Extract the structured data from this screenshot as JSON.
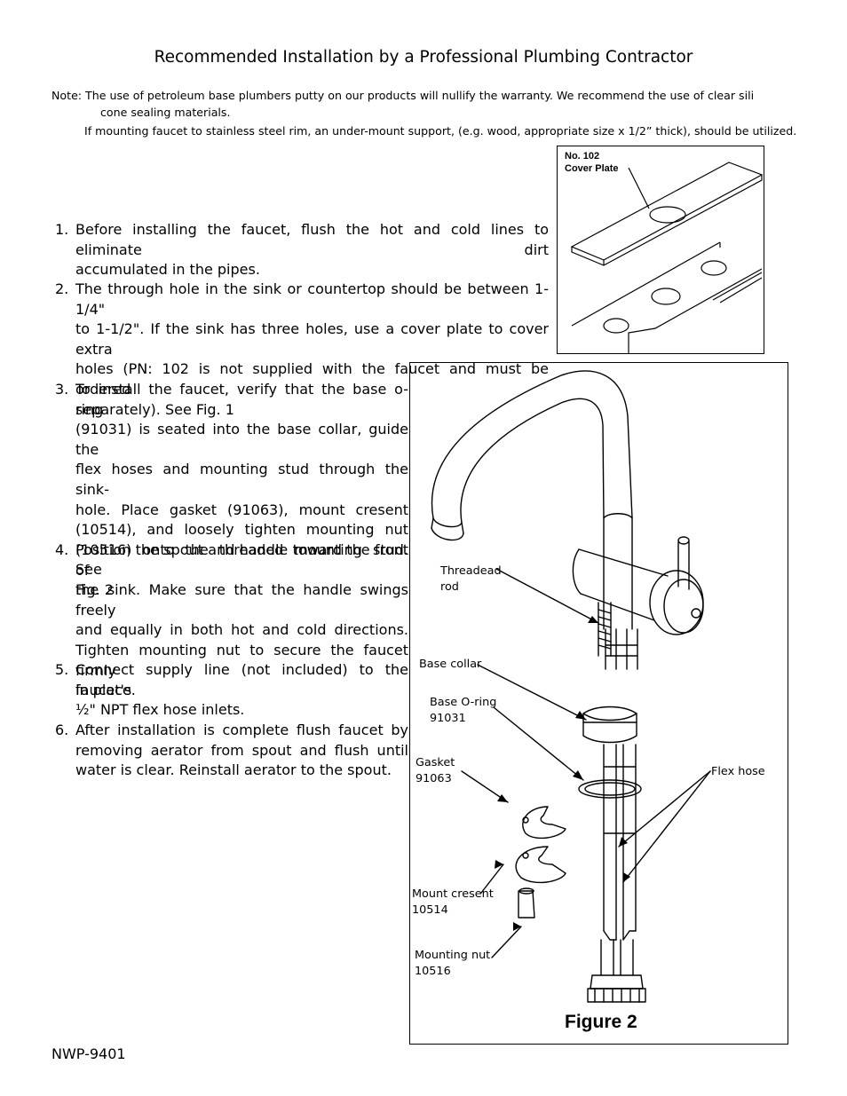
{
  "title": "Recommended Installation by a Professional Plumbing Contractor",
  "note": {
    "line1": "Note:  The use of petroleum base plumbers putty on our products will nullify the  warranty.  We recommend the use of clear sili",
    "line2": "cone sealing materials.",
    "line3": "If mounting faucet to stainless steel rim, an under-mount support, (e.g. wood, appropriate size x 1/2” thick), should be utilized."
  },
  "steps": [
    {
      "num": "1.",
      "lines": [
        "Before installing the faucet, flush the hot and cold lines to eliminate dirt",
        "accumulated in the pipes."
      ]
    },
    {
      "num": "2.",
      "lines": [
        "The through hole in the sink or countertop should be between 1-1/4\"",
        "to 1-1/2\".  If the sink has three holes, use a cover plate to cover extra",
        "holes (PN: 102 is not supplied with the faucet and must be ordered",
        "separately).  See Fig. 1"
      ]
    },
    {
      "num": "3.",
      "lines": [
        "To install the faucet, verify that the base o-ring",
        "(91031) is seated into the base collar, guide the",
        "flex hoses and mounting stud through the sink-",
        "hole.  Place gasket (91063), mount cresent",
        "(10514), and loosely tighten mounting nut",
        "(10516) onto the threaded mounting stud.  See",
        "Fig. 2"
      ]
    },
    {
      "num": "4.",
      "lines": [
        "Position the spout and handle toward the front of",
        "the sink.  Make sure that the handle swings freely",
        "and equally in both hot and cold directions.",
        "Tighten mounting nut to secure the faucet firmly",
        "in place."
      ]
    },
    {
      "num": "5.",
      "lines": [
        "Connect supply line (not included) to the faucet's",
        "½\" NPT flex hose inlets."
      ]
    },
    {
      "num": "6.",
      "lines": [
        "After installation is complete flush faucet by",
        "removing aerator from spout and flush until",
        "water is clear.  Reinstall aerator to the spout."
      ]
    }
  ],
  "figure1": {
    "label_line1": "No. 102",
    "label_line2": "Cover Plate"
  },
  "figure2": {
    "caption": "Figure 2",
    "labels": {
      "threaded_rod_1": "Threadead",
      "threaded_rod_2": "rod",
      "base_collar": "Base collar",
      "base_oring_1": "Base O-ring",
      "base_oring_2": "91031",
      "gasket_1": "Gasket",
      "gasket_2": "91063",
      "flex_hose": "Flex hose",
      "mount_cresent_1": "Mount cresent",
      "mount_cresent_2": "10514",
      "mounting_nut_1": "Mounting nut",
      "mounting_nut_2": "10516"
    }
  },
  "doc_id": "NWP-9401"
}
